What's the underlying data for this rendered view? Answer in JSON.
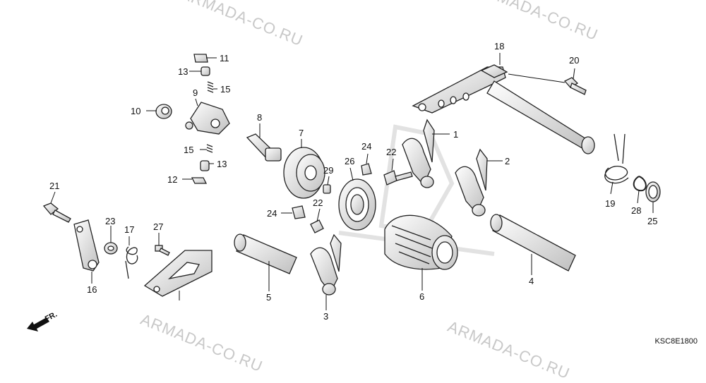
{
  "watermarks": [
    "ARMADA-CO.RU",
    "ARMADA-CO.RU",
    "ARMADA-CO.RU",
    "ARMADA-CO.RU"
  ],
  "diagram_code": "KSC8E1800",
  "direction_label": "FR.",
  "callouts": {
    "p1": "1",
    "p2": "2",
    "p3": "3",
    "p4": "4",
    "p5": "5",
    "p6": "6",
    "p7": "7",
    "p8": "8",
    "p9": "9",
    "p10": "10",
    "p11": "11",
    "p12": "12",
    "p13a": "13",
    "p13b": "13",
    "p15a": "15",
    "p15b": "15",
    "p16": "16",
    "p17": "17",
    "p18": "18",
    "p19": "19",
    "p20": "20",
    "p21": "21",
    "p22a": "22",
    "p22b": "22",
    "p23": "23",
    "p24a": "24",
    "p24b": "24",
    "p25": "25",
    "p26": "26",
    "p27": "27",
    "p28": "28",
    "p29": "29"
  }
}
